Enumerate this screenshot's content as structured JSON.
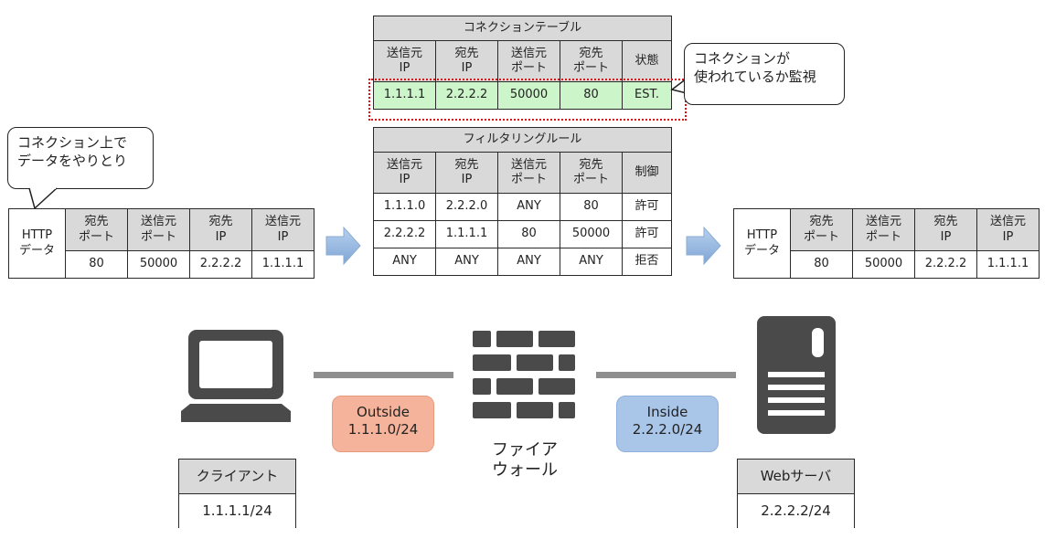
{
  "connection_table": {
    "title": "コネクションテーブル",
    "headers": [
      "送信元\nIP",
      "宛先\nIP",
      "送信元\nポート",
      "宛先\nポート",
      "状態"
    ],
    "row": [
      "1.1.1.1",
      "2.2.2.2",
      "50000",
      "80",
      "EST."
    ]
  },
  "connection_callout": "コネクションが\n使われているか監視",
  "filter_table": {
    "title": "フィルタリングルール",
    "headers": [
      "送信元\nIP",
      "宛先\nIP",
      "送信元\nポート",
      "宛先\nポート",
      "制御"
    ],
    "rows": [
      [
        "1.1.1.0",
        "2.2.2.0",
        "ANY",
        "80",
        "許可"
      ],
      [
        "2.2.2.2",
        "1.1.1.1",
        "80",
        "50000",
        "許可"
      ],
      [
        "ANY",
        "ANY",
        "ANY",
        "ANY",
        "拒否"
      ]
    ]
  },
  "data_callout": "コネクション上で\nデータをやりとり",
  "left_packet": {
    "label": "HTTP\nデータ",
    "headers": [
      "宛先\nポート",
      "送信元\nポート",
      "宛先\nIP",
      "送信元\nIP"
    ],
    "values": [
      "80",
      "50000",
      "2.2.2.2",
      "1.1.1.1"
    ]
  },
  "right_packet": {
    "label": "HTTP\nデータ",
    "headers": [
      "宛先\nポート",
      "送信元\nポート",
      "宛先\nIP",
      "送信元\nIP"
    ],
    "values": [
      "80",
      "50000",
      "2.2.2.2",
      "1.1.1.1"
    ]
  },
  "outside": {
    "label": "Outside",
    "network": "1.1.1.0/24",
    "color": "#f4b39a"
  },
  "inside": {
    "label": "Inside",
    "network": "2.2.2.0/24",
    "color": "#a9c5e8"
  },
  "firewall_label": "ファイア\nウォール",
  "client": {
    "name": "クライアント",
    "ip": "1.1.1.1/24",
    "icon": "laptop-icon"
  },
  "server": {
    "name": "Webサーバ",
    "ip": "2.2.2.2/24",
    "icon": "server-icon"
  },
  "colors": {
    "header_gray": "#d9d9d9",
    "active_green": "#ccf5c9",
    "arrow_blue": "#8fb3de",
    "line_gray": "#8e8e8e",
    "icon_dark": "#4a4a4a"
  }
}
